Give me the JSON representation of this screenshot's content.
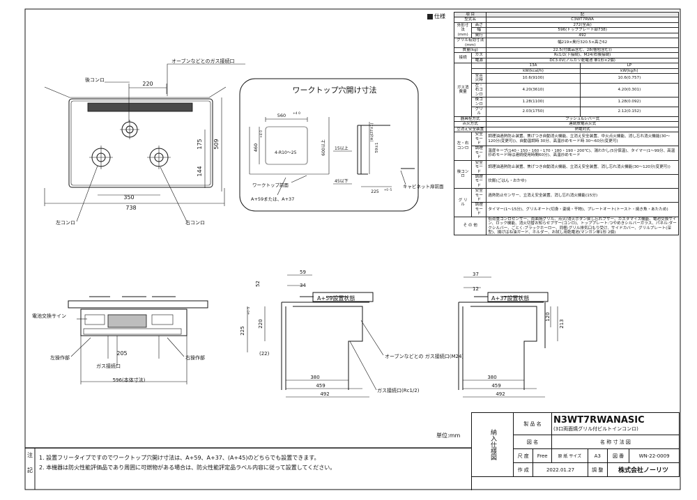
{
  "spec_title": "仕様",
  "spec_head": {
    "item": "項 目",
    "note": "記"
  },
  "spec_rows": {
    "model_label": "型式名",
    "model_value": "C3WT7RWA",
    "outer_label": "外形寸法(mm)",
    "height_label": "高さ",
    "height_value": "272(全高)",
    "width_label": "幅",
    "width_value": "596(トッププレート部738)",
    "depth_label": "奥行",
    "depth_value": "492",
    "grill_dim_label": "グリル有効寸法(mm)",
    "grill_dim_value": "幅219×奥行320.5×高さ62",
    "mass_label": "質量(kg)",
    "mass_value": "22.5(付属品含む、28(梱包含む))",
    "conn_label": "接続",
    "gas_label": "ガス",
    "gas_value": "Rc1/2(下接続)、M24(右後接続)",
    "power_label": "電源",
    "power_value": "DC3.0V(アルカリ乾電池 単1形×2個)",
    "col_13a": "13A",
    "col_lp": "LP",
    "unit_13a": "kW(kcal/h)",
    "unit_lp": "kW(kg/h)",
    "gas_cons_label": "ガス消費量",
    "all_label": "全点火時",
    "all_13a": "10.6(9100)",
    "all_lp": "10.6(0.757)",
    "lr_label": "左・右コンロ",
    "lr_13a": "4.20(3610)",
    "lr_lp": "4.20(0.301)",
    "back_label": "後コンロ",
    "back_13a": "1.28(1100)",
    "back_lp": "1.28(0.092)",
    "grill_label": "グリル",
    "grill_13a": "2.03(1750)",
    "grill_lp": "2.12(0.152)",
    "ignite_label": "器具栓方式",
    "ignite_value": "プッシュ&レバー式",
    "fire_label": "点火方式",
    "fire_value": "連続放電点火式",
    "safety_label": "立消え安全装置",
    "safety_value": "熱電対式",
    "lr_cooker": "左・右コンロ",
    "safe_mode": "安全モード",
    "lr_safe_value": "調理油過熱防止装置、焦げつき自動消火機能、立消え安全装置、中火点火機能、消し忘れ消火機能(30〜120分(変更可))、自動温調時 30分、高温炒めモード時 30〜60分(変更可)",
    "cook_mode": "調理モード",
    "lr_cook_value": "温度キープ(140・150・160・170・180・190・200℃)、湯わかし(5分保温)、タイマー(1〜99分、高温炒めモード時は連続使用時間60分)、高温炒めモード",
    "back_cooker": "後コンロ",
    "back_safe_value": "調理油過熱防止装置、焦げつき自動消火機能、立消え安全装置、消し忘れ消火機能(30〜120分(変更可))",
    "back_cook_value": "炊飯(ごはん・おかゆ)",
    "grill_row": "グ リ ル",
    "grill_safe_value": "過熱防止センサー、立消え安全装置、消し忘れ消火機能(15分)",
    "grill_cook_value": "タイマー(1〜15分)、グリルオート(切身・姿焼・干物)、プレートオート(トースト・焼き魚・あたため)",
    "other_label": "そ の 他",
    "other_value": "低荷重コンロセンサー、両面焼グリル、点火/消火ボタン戻し忘れブザー、カスタマイズ機能、電池交換サイン、ロック機能、消火切替お知らせブザー(コンロ)、トッププレート:つやめきシルバーガラス、パネル:ダークシルバー、ごとく:ブラックホーロー、同梱:グリル排気口もり受け、サイドカバー、グリルプレート(深型)、揚げはね油ガード、ホルダー、お試し用乾電池(マンガン単1形 2個)"
  },
  "drawing": {
    "oven_conn": "オーブンなどとのガス接続口",
    "rear_burner": "後コンロ",
    "left_burner": "左コンロ",
    "right_burner": "右コンロ",
    "d220": "220",
    "d350": "350",
    "d738": "738",
    "d509": "509",
    "d175": "175",
    "d144": "144",
    "cutout_title": "ワークトップ穴開け寸法",
    "c560": "560",
    "c560_tol": "+4 0",
    "c460": "460",
    "c460_tol": "+4 0",
    "c_radius": "4-R10〜25",
    "c600": "600以上",
    "c15": "15以上",
    "c45": "45以下",
    "c225": "225",
    "c225_tol": "+0 -5",
    "c59": "59±1",
    "c59_note": "(※は37±1)",
    "worktop_front": "ワークトップ前面",
    "cabinet_front": "キャビネット扉前面",
    "a59_note": "A+59または、A+37",
    "battery_sign": "電池交換サイン",
    "left_panel": "左操作部",
    "right_panel": "右操作部",
    "gas_conn": "ガス接続口",
    "d205": "205",
    "body_width": "596(本体寸法)",
    "a59_state": "A+59設置状態",
    "a37_state": "A+37設置状態",
    "s59": "59",
    "s34": "34",
    "s52": "52",
    "s225": "225",
    "s225_tol": "+0 -5",
    "s220": "220",
    "s22": "(22)",
    "s380": "380",
    "s459": "459",
    "s492": "492",
    "oven_conn_m24": "オーブンなどとの ガス接続口(M24)",
    "gas_conn_rc": "ガス接続口(Rc1/2)",
    "r37": "37",
    "r12": "12",
    "r120": "120",
    "r213": "213",
    "r380": "380",
    "r459": "459",
    "r492": "492"
  },
  "notes": {
    "label_1": "注",
    "label_2": "記",
    "note_1": "1. 設置フリータイプですのでワークトップ穴開け寸法は、A+59、A+37、(A+45)のどちらでも設置できます。",
    "note_2": "2. 本機器は防火性能評価品であり周囲に可燃物がある場合は、防火性能評定品ラベル内容に従って設置してください。"
  },
  "title_block": {
    "unit": "単位:mm",
    "side": "納入仕様図",
    "product_label": "製 品 名",
    "product_name": "N3WT7RWANASIC",
    "product_sub": "(3口両面焼グリル付ビルトインコンロ)",
    "drawing_label": "図 名",
    "drawing_name": "名 称 寸 法 図",
    "scale_label": "尺 度",
    "scale_value": "Free",
    "paper_label": "原 紙 サイズ",
    "paper_value": "A3",
    "no_label": "図 番",
    "no_value": "WN-22-0009",
    "made_label": "作 成",
    "made_value": "2022.01.27",
    "adjust_label": "調 整",
    "company": "株式会社ノーリツ"
  }
}
